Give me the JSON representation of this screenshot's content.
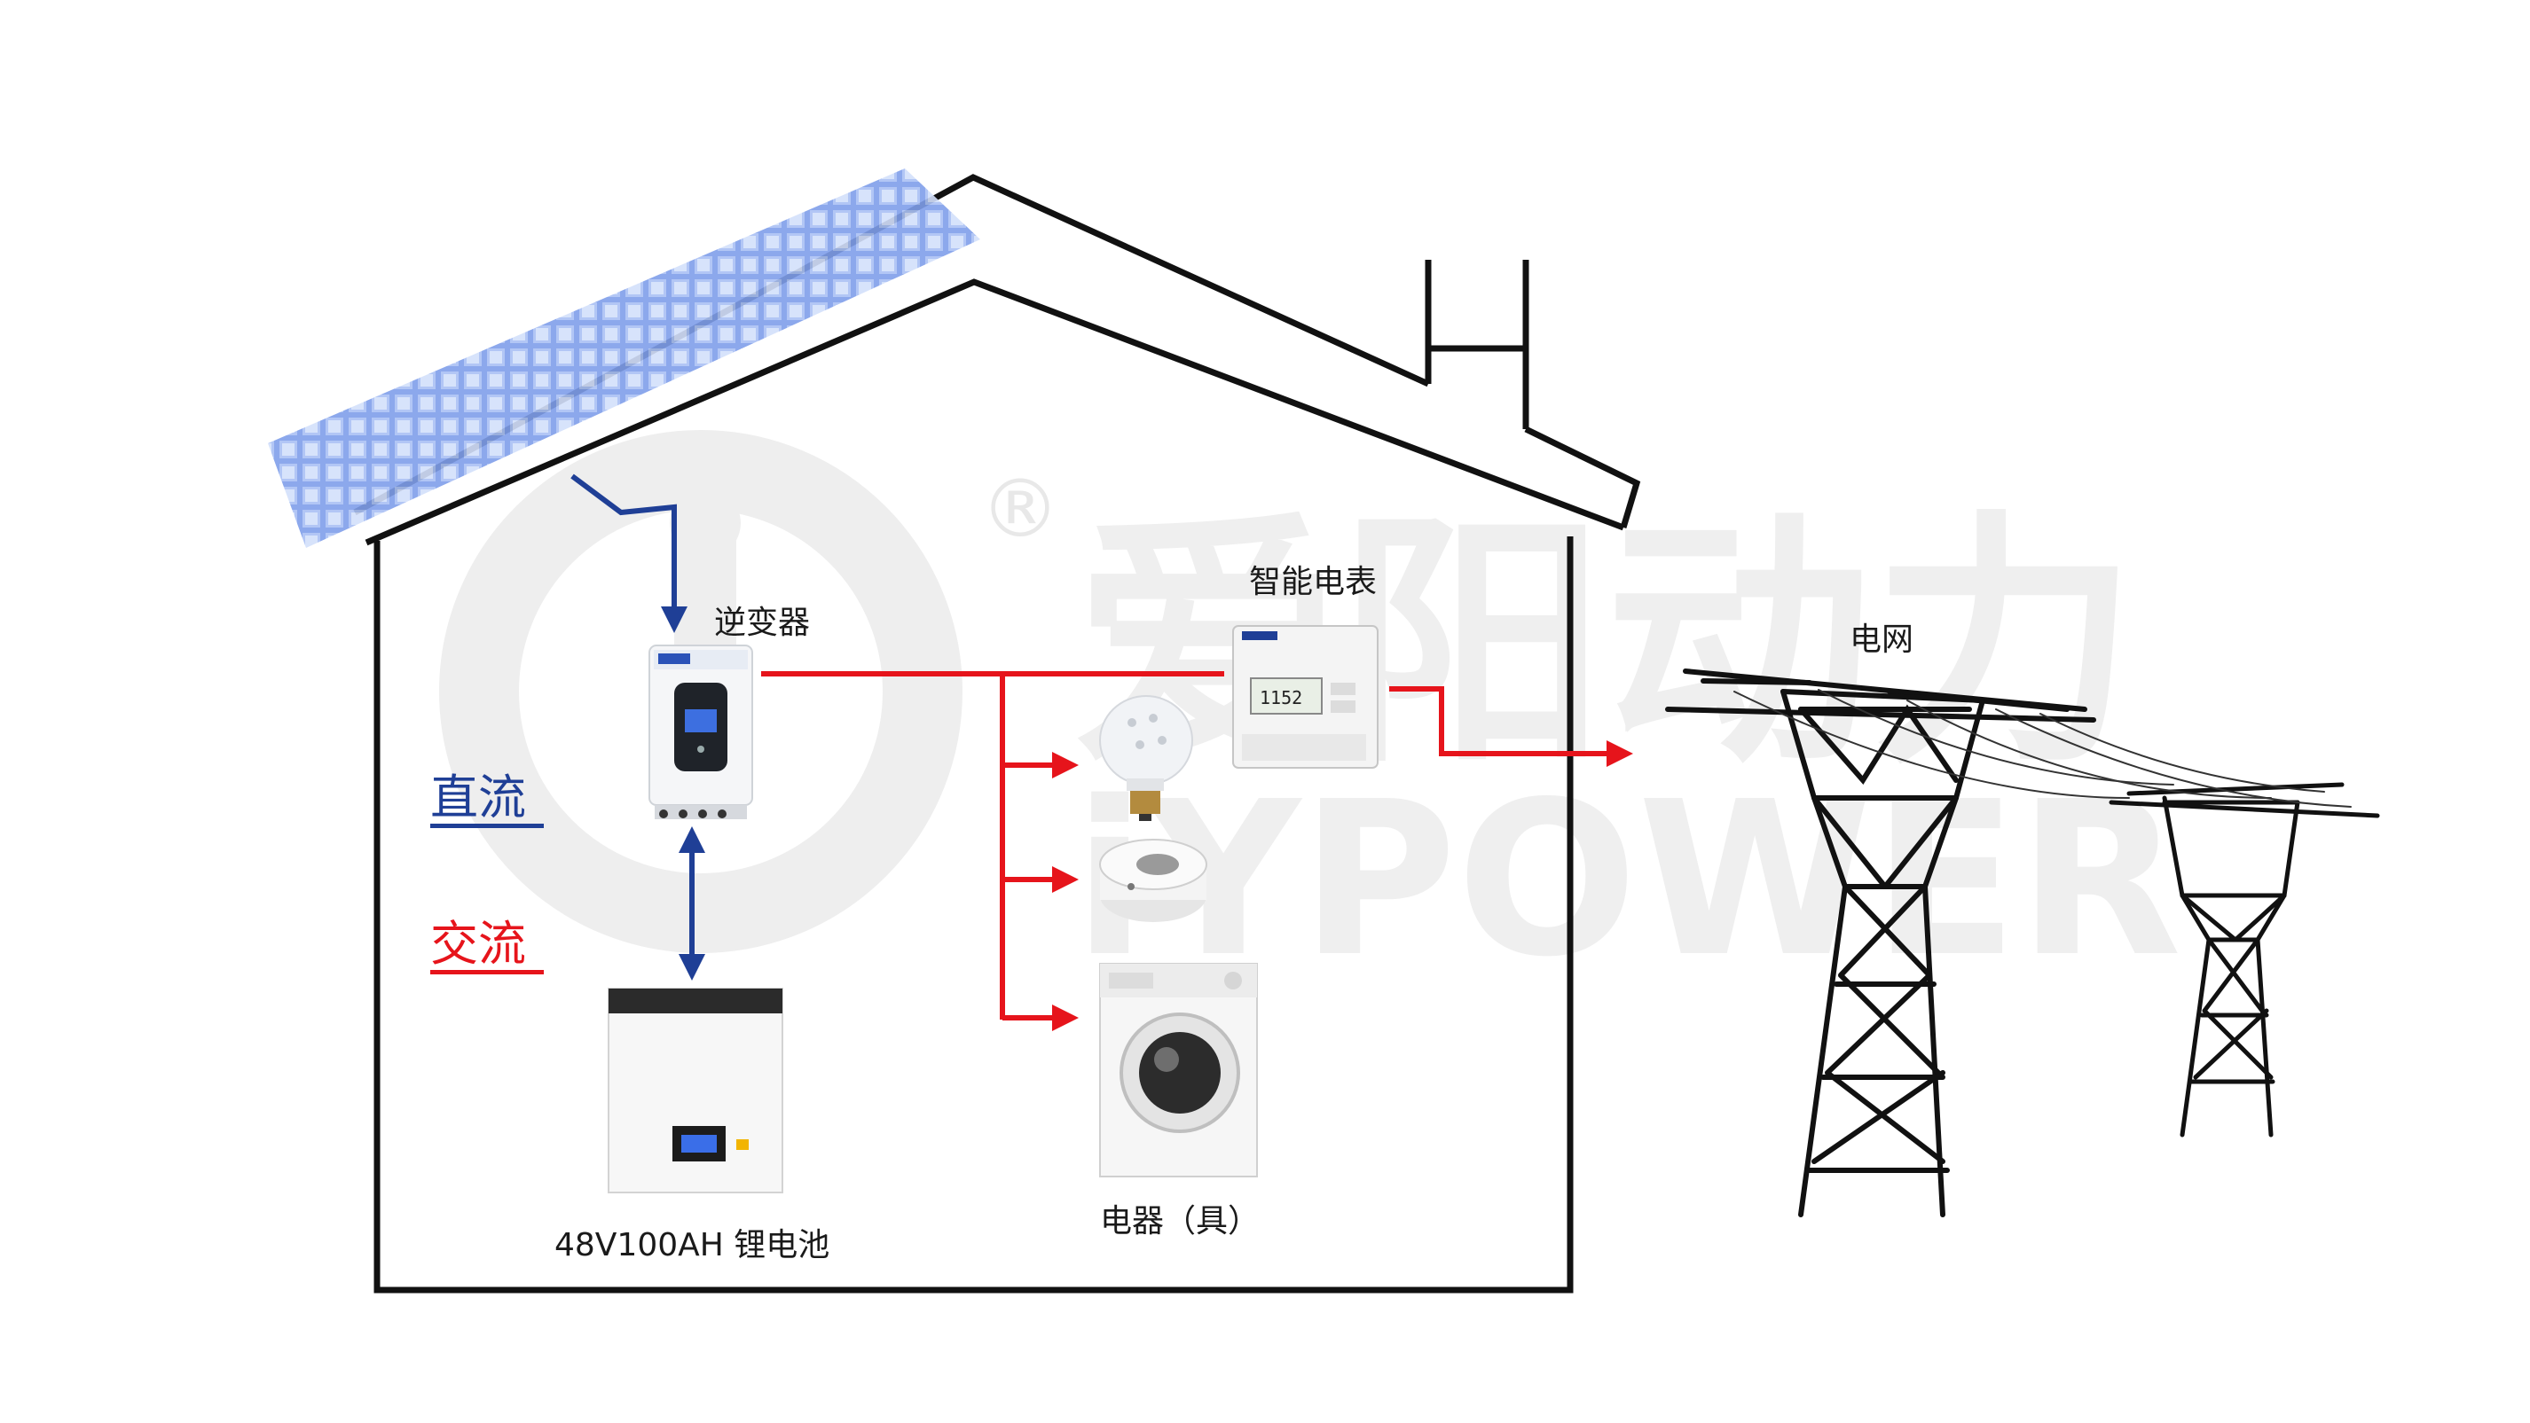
{
  "colors": {
    "dc": "#1f3f96",
    "ac": "#e6141b",
    "outline": "#111111",
    "watermark": "#eeeeee",
    "panel": "#6d8fe6"
  },
  "watermark": {
    "brand_cn": "爱阳动力",
    "brand_en": "iYPOWER",
    "registered": "®"
  },
  "components": {
    "inverter": "逆变器",
    "smart_meter": "智能电表",
    "grid": "电网",
    "battery": "48V100AH 锂电池",
    "appliances": "电器（具）"
  },
  "legend": {
    "dc": "直流",
    "ac": "交流"
  },
  "icons": [
    "solar-panel-icon",
    "inverter-icon",
    "battery-icon",
    "bulb-icon",
    "rice-cooker-icon",
    "washing-machine-icon",
    "meter-icon",
    "pylon-icon"
  ]
}
